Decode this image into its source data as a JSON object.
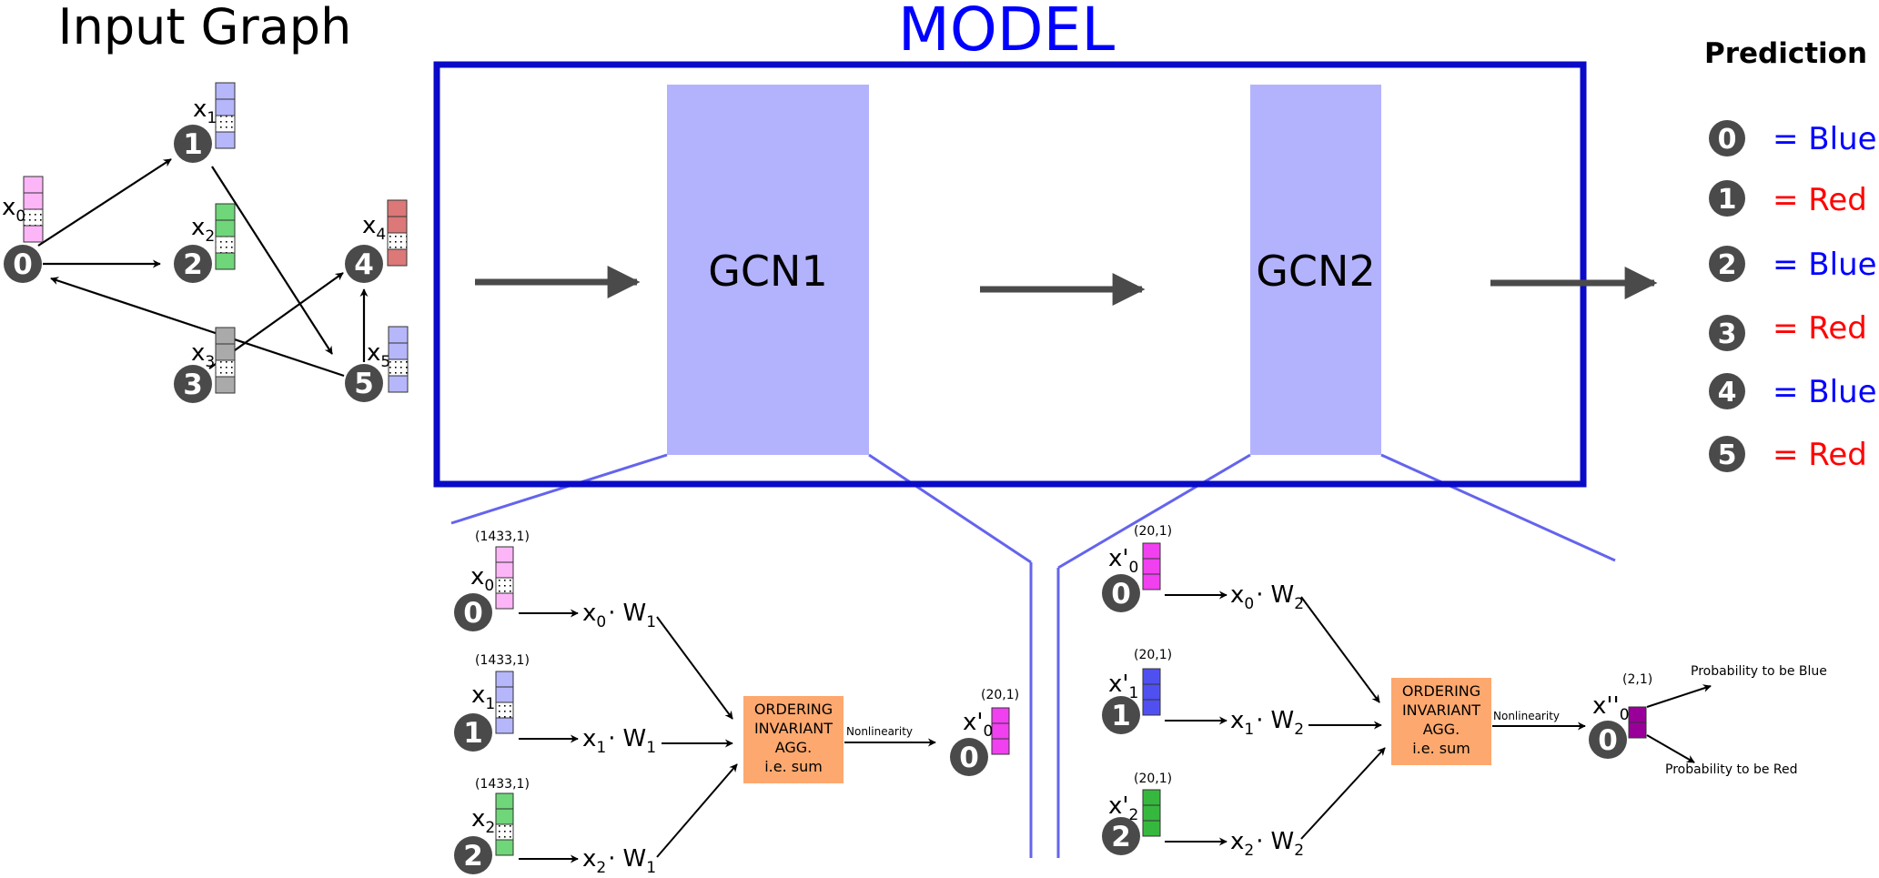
{
  "titles": {
    "input_graph": "Input Graph",
    "model": "MODEL",
    "prediction": "Prediction"
  },
  "colors": {
    "model_box": "#0a0ac8",
    "gcn_fill": "#b3b3fd",
    "funnel": "#6464ee",
    "node": "#4a4a4a",
    "agg_fill": "#fda86e",
    "blue_text": "#0000ff",
    "red_text": "#ff0000"
  },
  "graph": {
    "nodes": [
      "0",
      "1",
      "2",
      "3",
      "4",
      "5"
    ],
    "feature_labels": [
      "x",
      "x",
      "x",
      "x",
      "x",
      "x"
    ],
    "feature_subs": [
      "0",
      "1",
      "2",
      "3",
      "4",
      "5"
    ]
  },
  "model": {
    "layers": [
      "GCN1",
      "GCN2"
    ]
  },
  "predictions": [
    {
      "node": "0",
      "text": "= Blue",
      "color": "blue"
    },
    {
      "node": "1",
      "text": "= Red",
      "color": "red"
    },
    {
      "node": "2",
      "text": "= Blue",
      "color": "blue"
    },
    {
      "node": "3",
      "text": "= Red",
      "color": "red"
    },
    {
      "node": "4",
      "text": "= Blue",
      "color": "blue"
    },
    {
      "node": "5",
      "text": "= Red",
      "color": "red"
    }
  ],
  "gcn1_detail": {
    "dims": [
      "(1433,1)",
      "(1433,1)",
      "(1433,1)"
    ],
    "inputs": [
      "x",
      "x",
      "x"
    ],
    "input_subs": [
      "0",
      "1",
      "2"
    ],
    "nodes": [
      "0",
      "1",
      "2"
    ],
    "products": [
      {
        "x": "x",
        "xsub": "0",
        "dot": "·",
        "w": "W",
        "wsub": "1"
      },
      {
        "x": "x",
        "xsub": "1",
        "dot": "·",
        "w": "W",
        "wsub": "1"
      },
      {
        "x": "x",
        "xsub": "2",
        "dot": "·",
        "w": "W",
        "wsub": "1"
      }
    ],
    "agg_lines": [
      "ORDERING",
      "INVARIANT",
      "AGG.",
      "i.e. sum"
    ],
    "nonlinearity": "Nonlinearity",
    "out_dim": "(20,1)",
    "out_label": "x'",
    "out_sub": "0",
    "out_node": "0"
  },
  "gcn2_detail": {
    "dims": [
      "(20,1)",
      "(20,1)",
      "(20,1)"
    ],
    "inputs": [
      "x'",
      "x'",
      "x'"
    ],
    "input_subs": [
      "0",
      "1",
      "2"
    ],
    "nodes": [
      "0",
      "1",
      "2"
    ],
    "products": [
      {
        "x": "x",
        "xsub": "0",
        "dot": "·",
        "w": "W",
        "wsub": "2"
      },
      {
        "x": "x",
        "xsub": "1",
        "dot": "·",
        "w": "W",
        "wsub": "2"
      },
      {
        "x": "x",
        "xsub": "2",
        "dot": "·",
        "w": "W",
        "wsub": "2"
      }
    ],
    "agg_lines": [
      "ORDERING",
      "INVARIANT",
      "AGG.",
      "i.e. sum"
    ],
    "nonlinearity": "Nonlinearity",
    "out_dim": "(2,1)",
    "out_label": "x''",
    "out_sub": "0",
    "out_node": "0",
    "prob_blue": "Probability to be Blue",
    "prob_red": "Probability to be Red"
  }
}
